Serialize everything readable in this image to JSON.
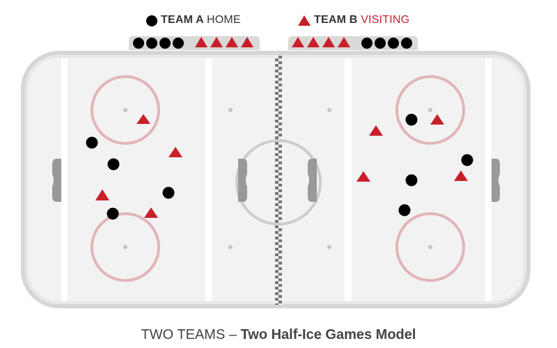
{
  "legend": {
    "team_a_bold": "TEAM A",
    "team_a_rest": "HOME",
    "team_b_bold": "TEAM B",
    "team_b_rest": "VISITING"
  },
  "caption": {
    "prefix": "TWO TEAMS – ",
    "title": "Two Half-Ice Games Model"
  },
  "colors": {
    "team_a": "#000000",
    "team_b": "#c8202a",
    "faceoff_circle": "#e2b4b8",
    "ice": "#f2f2f2",
    "boards": "#d6d6d6"
  },
  "players_per_half": {
    "team_a": 4,
    "team_b": 4
  }
}
